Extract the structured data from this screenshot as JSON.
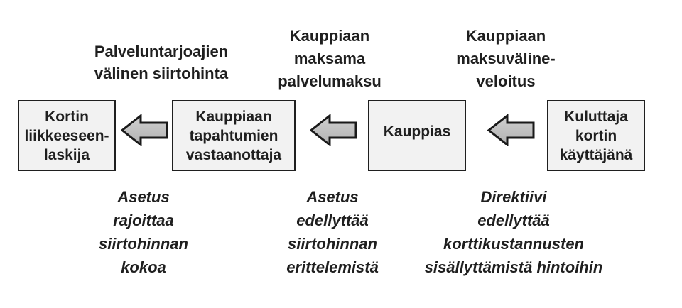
{
  "diagram": {
    "language": "Finnish",
    "colors": {
      "background": "#ffffff",
      "box_fill": "#f2f2f2",
      "box_border": "#1f1f1f",
      "arrow_fill": "#c2c2c2",
      "arrow_border": "#1a1a1a",
      "text": "#1f1f1f"
    },
    "top_labels": [
      {
        "lines": [
          "Palveluntarjoajien",
          "välinen siirtohinta"
        ]
      },
      {
        "lines": [
          "Kauppiaan",
          "maksama",
          "palvelumaksu"
        ]
      },
      {
        "lines": [
          "Kauppiaan",
          "maksuväline-",
          "veloitus"
        ]
      }
    ],
    "boxes": [
      {
        "lines": [
          "Kortin",
          "liikkeeseen-",
          "laskija"
        ]
      },
      {
        "lines": [
          "Kauppiaan",
          "tapahtumien",
          "vastaanottaja"
        ]
      },
      {
        "lines": [
          "Kauppias"
        ]
      },
      {
        "lines": [
          "Kuluttaja",
          "kortin",
          "käyttäjänä"
        ]
      }
    ],
    "arrows": [
      {
        "name": "arrow-acquirer-to-issuer",
        "direction": "left"
      },
      {
        "name": "arrow-merchant-to-acquirer",
        "direction": "left"
      },
      {
        "name": "arrow-consumer-to-merchant",
        "direction": "left"
      }
    ],
    "bottom_labels": [
      {
        "lines": [
          "Asetus",
          "rajoittaa",
          "siirtohinnan",
          "kokoa"
        ]
      },
      {
        "lines": [
          "Asetus",
          "edellyttää",
          "siirtohinnan",
          "erittelemistä"
        ]
      },
      {
        "lines": [
          "Direktiivi",
          "edellyttää",
          "korttikustannusten",
          "sisällyttämistä hintoihin"
        ]
      }
    ]
  }
}
